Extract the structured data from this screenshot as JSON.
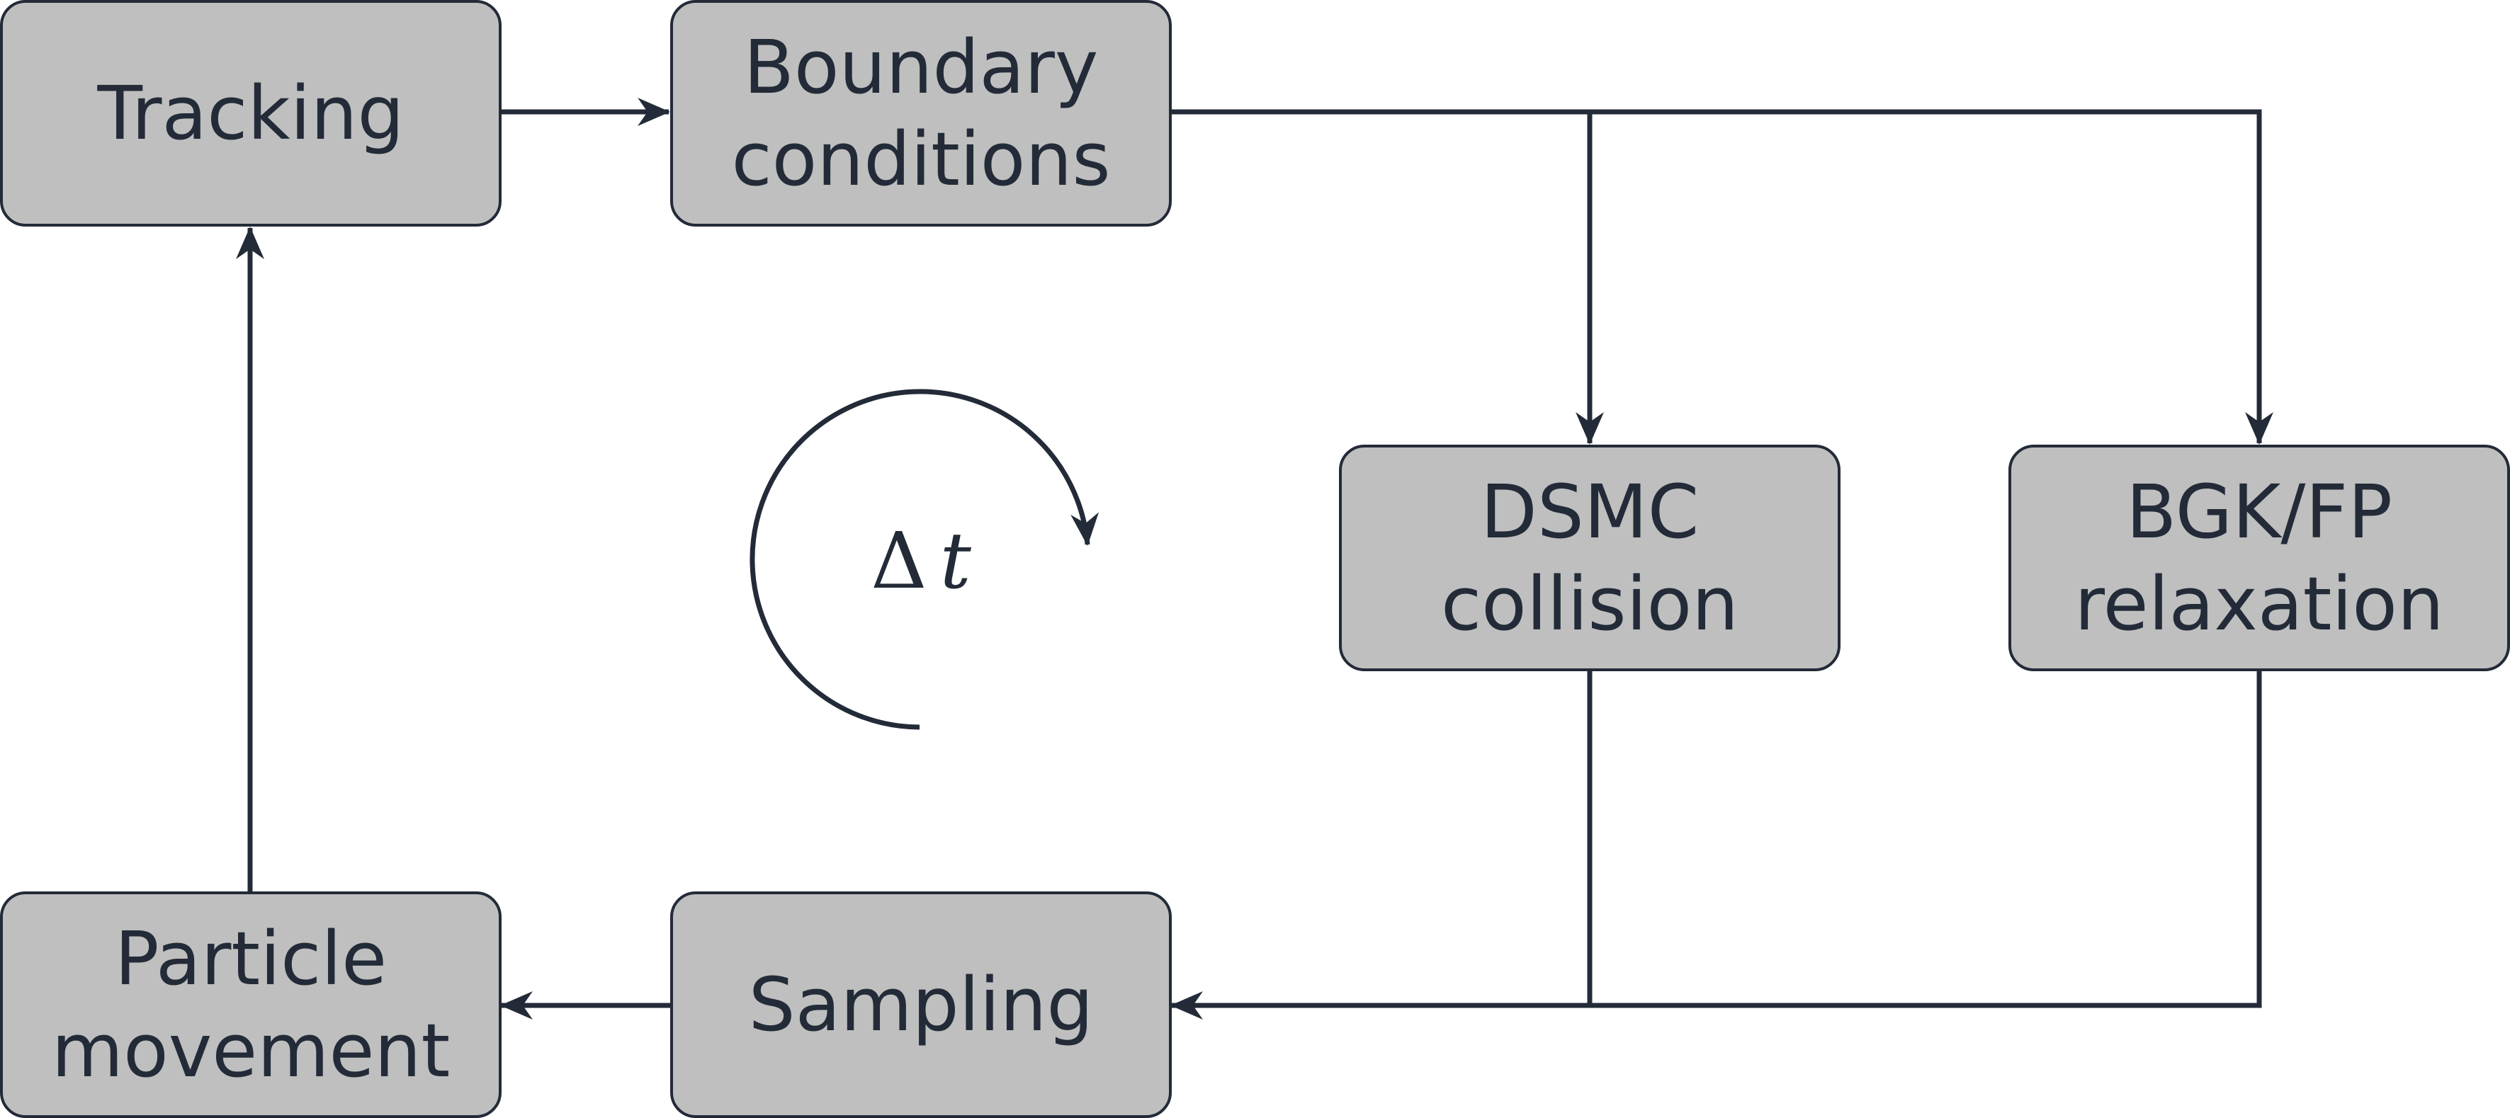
{
  "nodes": {
    "tracking": {
      "line1": "Tracking"
    },
    "boundary": {
      "line1": "Boundary",
      "line2": "conditions"
    },
    "dsmc": {
      "line1": "DSMC",
      "line2": "collision"
    },
    "bgk": {
      "line1": "BGK/FP",
      "line2": "relaxation"
    },
    "sampling": {
      "line1": "Sampling"
    },
    "particle": {
      "line1": "Particle",
      "line2": "movement"
    }
  },
  "cycle": {
    "symbol": "Δ",
    "variable": "t"
  },
  "colors": {
    "box_fill": "#bfbfbf",
    "stroke": "#232b38",
    "background": "#ffffff"
  }
}
